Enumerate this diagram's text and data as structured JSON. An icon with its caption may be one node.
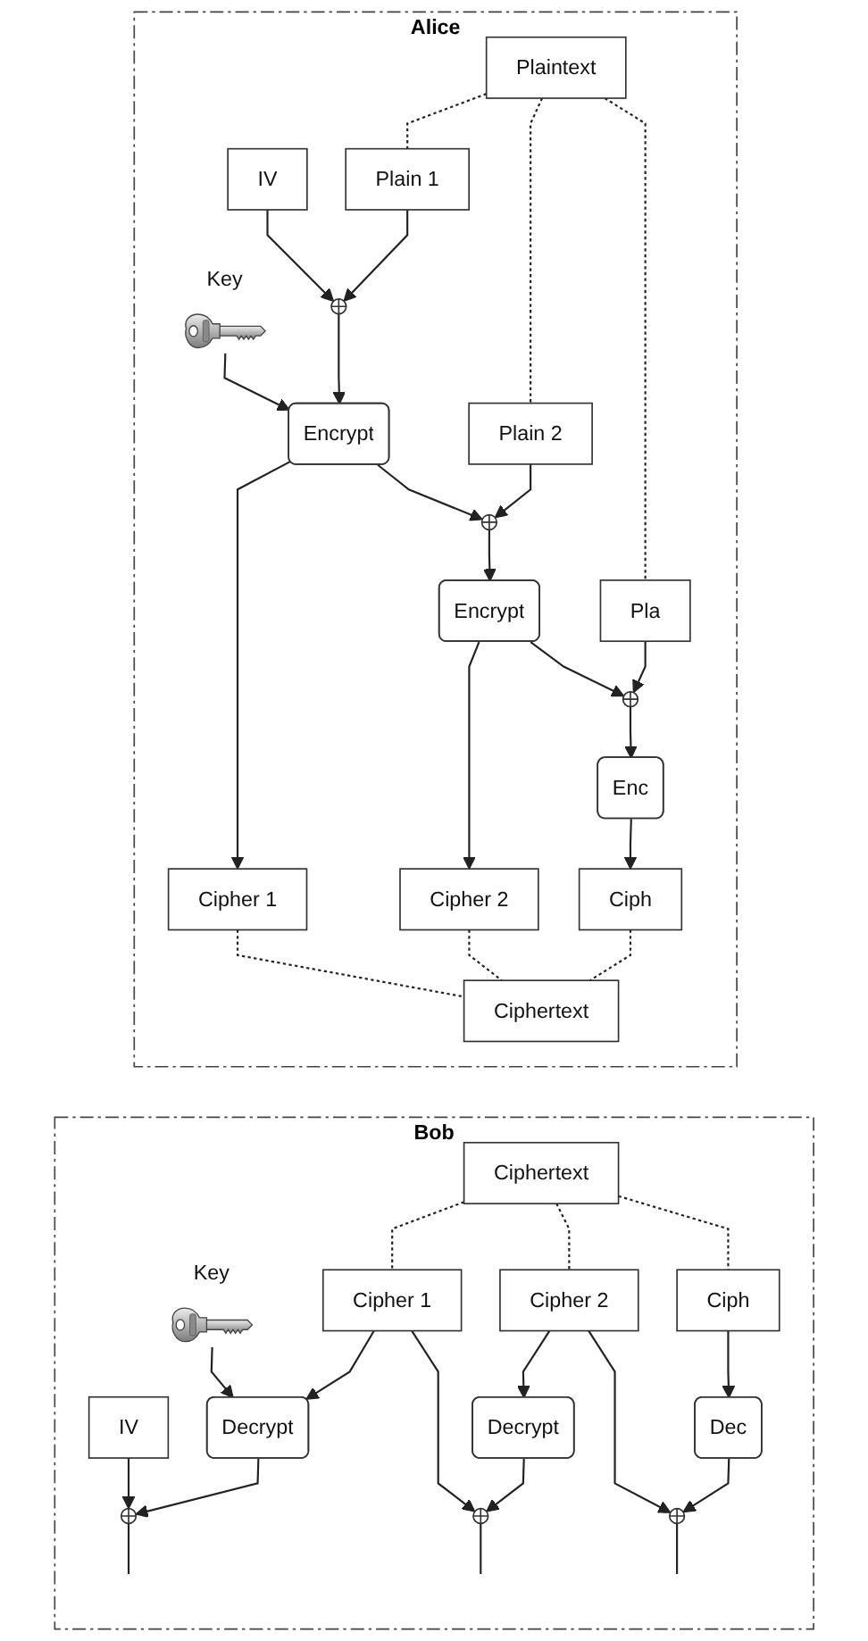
{
  "diagram": {
    "nodes": [
      {
        "text": [
          "Alice"
        ]
      },
      {
        "text": [
          "Plaintext"
        ],
        "in": 0
      },
      {
        "text": [
          "Plain 1"
        ],
        "in": 0
      },
      {
        "text": [
          "Plain 2"
        ],
        "in": 0
      },
      {
        "text": [
          "Pla"
        ],
        "in": 0
      },
      {
        "text": [
          "IV"
        ],
        "in": 0
      },
      {
        "text": [],
        "shape": "circle",
        "in": 0
      },
      {
        "text": [],
        "shape": "circle",
        "in": 0
      },
      {
        "text": [],
        "shape": "circle",
        "in": 0
      },
      {
        "text": [
          "Key"
        ],
        "in": 0
      },
      {
        "text": [
          "Encrypt"
        ],
        "in": 0
      },
      {
        "text": [
          "Encrypt"
        ],
        "in": 0
      },
      {
        "text": [
          "Enc"
        ],
        "in": 0
      },
      {
        "text": [
          "Cipher 1"
        ],
        "in": 0
      },
      {
        "text": [
          "Cipher 2"
        ],
        "in": 0
      },
      {
        "text": [
          "Ciph"
        ],
        "in": 0
      },
      {
        "text": [
          "Ciphertext"
        ],
        "in": 0
      },
      {
        "text": [
          "Bob"
        ]
      },
      {
        "text": [
          "Ciphertext"
        ],
        "in": 17
      },
      {
        "text": [
          "Cipher 1"
        ],
        "in": 17
      },
      {
        "text": [
          "Cipher 2"
        ],
        "in": 17
      },
      {
        "text": [
          "Ciph"
        ],
        "in": 17
      },
      {
        "text": [
          "Key"
        ],
        "in": 17
      },
      {
        "text": [
          "Decrypt"
        ],
        "in": 17
      },
      {
        "text": [
          "Decrypt"
        ],
        "in": 17
      },
      {
        "text": [
          "Dec"
        ],
        "in": 17
      },
      {
        "text": [
          "IV"
        ],
        "in": 17
      },
      {
        "text": [],
        "shape": "circle",
        "in": 17
      },
      {
        "text": [],
        "shape": "circle",
        "in": 17
      },
      {
        "text": [],
        "shape": "circle",
        "in": 17
      }
    ],
    "edges": [
      {
        "from": 1,
        "to": 2,
        "arrow": "none",
        "style": "dashed"
      },
      {
        "from": 1,
        "to": 3,
        "arrow": "none",
        "style": "dashed"
      },
      {
        "from": 1,
        "to": 4,
        "arrow": "none",
        "style": "dashed"
      },
      {
        "from": 2,
        "to": 6,
        "arrow": "to"
      },
      {
        "from": 3,
        "to": 7,
        "arrow": "to"
      },
      {
        "from": 4,
        "to": 8,
        "arrow": "to"
      },
      {
        "from": 5,
        "to": 6,
        "arrow": "to"
      },
      {
        "from": 6,
        "to": 10,
        "arrow": "to"
      },
      {
        "from": 7,
        "to": 11,
        "arrow": "to"
      },
      {
        "from": 8,
        "to": 12,
        "arrow": "to"
      },
      {
        "from": 9,
        "to": 10,
        "arrow": "to"
      },
      {
        "from": 10,
        "to": 13,
        "arrow": "to"
      },
      {
        "from": 10,
        "to": 7,
        "arrow": "to"
      },
      {
        "from": 11,
        "to": 14,
        "arrow": "to"
      },
      {
        "from": 11,
        "to": 8,
        "arrow": "to"
      },
      {
        "from": 12,
        "to": 15,
        "arrow": "to"
      },
      {
        "from": 13,
        "to": 16,
        "arrow": "none",
        "style": "dashed"
      },
      {
        "from": 14,
        "to": 16,
        "arrow": "none",
        "style": "dashed"
      },
      {
        "from": 15,
        "to": 16,
        "arrow": "none",
        "style": "dashed"
      },
      {
        "from": 18,
        "to": 19,
        "arrow": "none",
        "style": "dashed"
      },
      {
        "from": 18,
        "to": 20,
        "arrow": "none",
        "style": "dashed"
      },
      {
        "from": 18,
        "to": 21,
        "arrow": "none",
        "style": "dashed"
      },
      {
        "from": 19,
        "to": 23,
        "arrow": "to"
      },
      {
        "from": 19,
        "to": 28,
        "arrow": "to"
      },
      {
        "from": 20,
        "to": 24,
        "arrow": "to"
      },
      {
        "from": 20,
        "to": 29,
        "arrow": "to"
      },
      {
        "from": 21,
        "to": 25,
        "arrow": "to"
      },
      {
        "from": 22,
        "to": 23,
        "arrow": "to"
      },
      {
        "from": 23,
        "to": 27,
        "arrow": "to"
      },
      {
        "from": 24,
        "to": 28,
        "arrow": "to"
      },
      {
        "from": 25,
        "to": 29,
        "arrow": "to"
      },
      {
        "from": 26,
        "to": 27,
        "arrow": "to"
      },
      {
        "from": 27,
        "to": null,
        "arrow": "none"
      },
      {
        "from": 28,
        "to": null,
        "arrow": "none"
      },
      {
        "from": 29,
        "to": null,
        "arrow": "none"
      }
    ]
  }
}
